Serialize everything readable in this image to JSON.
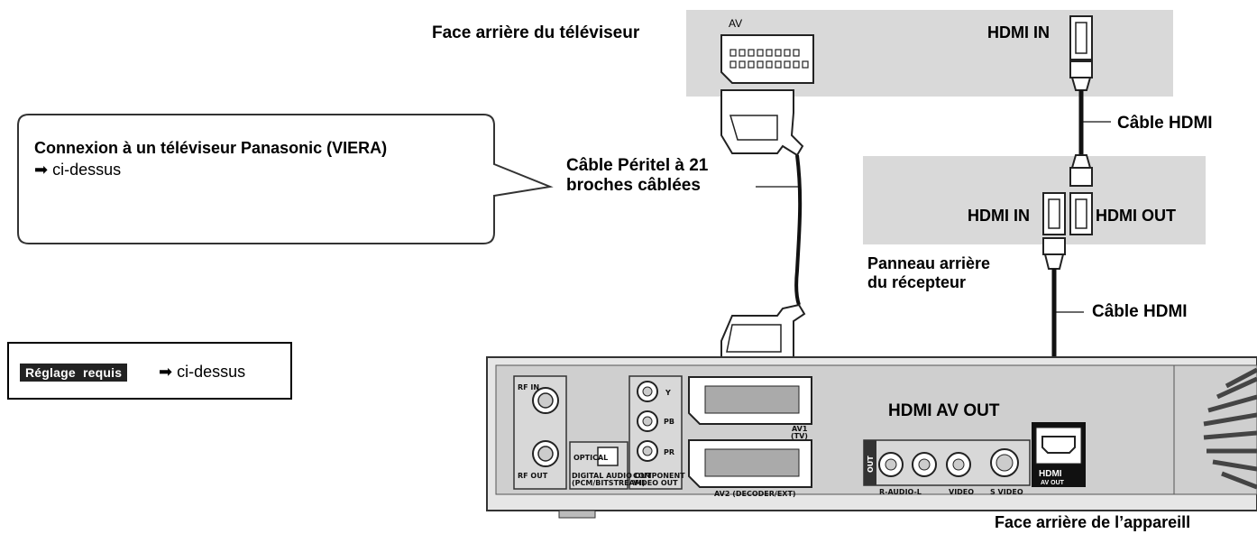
{
  "labels": {
    "tv_rear": "Face arrière du téléviseur",
    "tv_av": "AV",
    "tv_hdmi_in": "HDMI IN",
    "cable_hdmi_top": "Câble HDMI",
    "scart_cable_line1": "Câble Péritel à 21",
    "scart_cable_line2": "broches câblées",
    "receiver_hdmi_in": "HDMI IN",
    "receiver_hdmi_out": "HDMI OUT",
    "receiver_panel_line1": "Panneau arrière",
    "receiver_panel_line2": "du récepteur",
    "cable_hdmi_bottom": "Câble HDMI",
    "device_hdmi_av_out": "HDMI AV OUT",
    "device_rear": "Face arrière de l’appareill"
  },
  "callout": {
    "title": "Connexion à un téléviseur Panasonic (VIERA)",
    "sub": "➡ ci-dessus"
  },
  "requirement": {
    "badge_word1": "Réglage",
    "badge_word2": "requis",
    "text": "➡ ci-dessus"
  },
  "device_panel": {
    "rf_in": "RF IN",
    "rf_out": "RF OUT",
    "optical": "OPTICAL",
    "digital_audio_out_1": "DIGITAL AUDIO OUT",
    "digital_audio_out_2": "(PCM/BITSTREAM)",
    "component_1": "COMPONENT",
    "component_2": "VIDEO OUT",
    "y": "Y",
    "pb": "PB",
    "pr": "PR",
    "av1_1": "AV1",
    "av1_2": "(TV)",
    "av2": "AV2 (DECODER/EXT)",
    "out": "OUT",
    "r_audio_l": "R-AUDIO-L",
    "video": "VIDEO",
    "s_video": "S VIDEO",
    "hdmi_logo": "HDMI",
    "av_out": "AV OUT"
  },
  "colors": {
    "panel_grey": "#d9d9d9",
    "device_grey": "#c8c8c8",
    "cable": "#111111"
  }
}
